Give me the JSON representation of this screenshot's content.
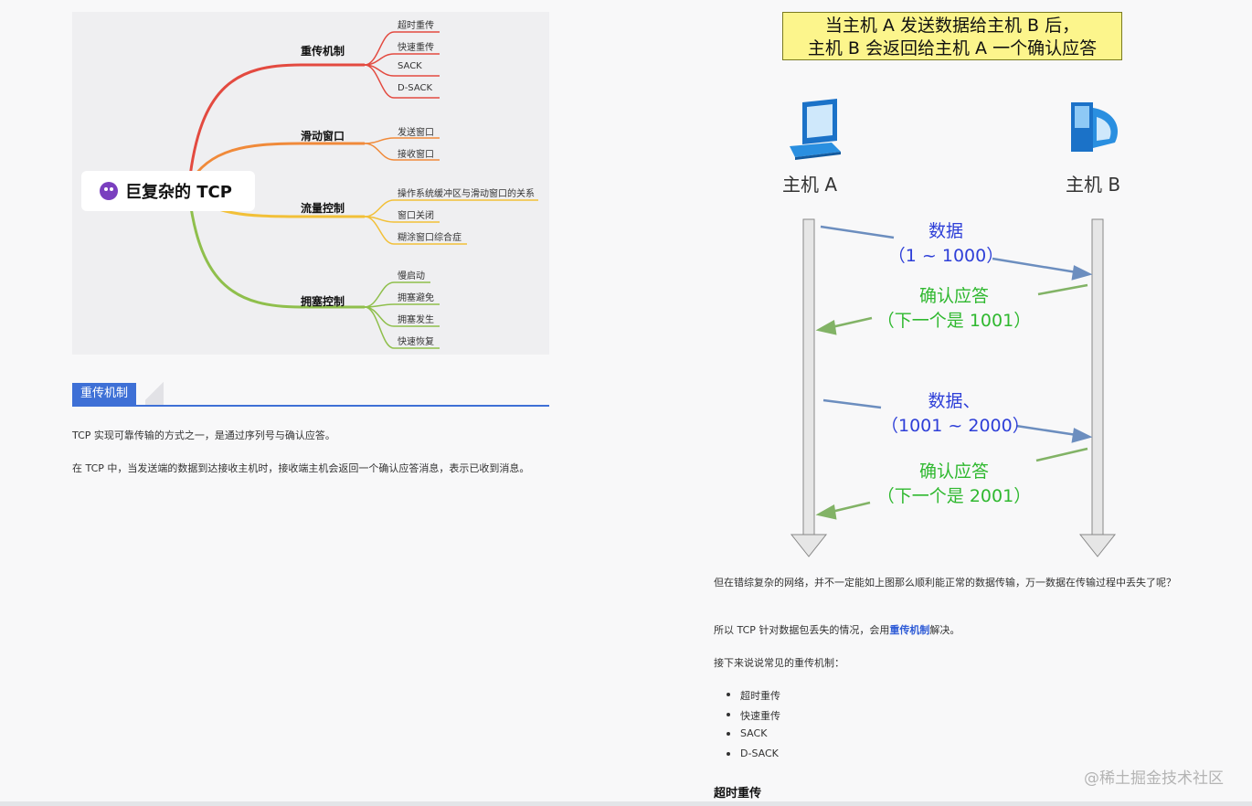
{
  "mindmap": {
    "root": "巨复杂的 TCP",
    "colors": {
      "retrans": "#e34a40",
      "window": "#f08a3a",
      "flow": "#f2c038",
      "congestion": "#8fbf4c"
    },
    "branches": [
      {
        "label": "重传机制",
        "leaves": [
          "超时重传",
          "快速重传",
          "SACK",
          "D-SACK"
        ]
      },
      {
        "label": "滑动窗口",
        "leaves": [
          "发送窗口",
          "接收窗口"
        ]
      },
      {
        "label": "流量控制",
        "leaves": [
          "操作系统缓冲区与滑动窗口的关系",
          "窗口关闭",
          "糊涂窗口综合症"
        ]
      },
      {
        "label": "拥塞控制",
        "leaves": [
          "慢启动",
          "拥塞避免",
          "拥塞发生",
          "快速恢复"
        ]
      }
    ]
  },
  "section": {
    "title": "重传机制"
  },
  "left_paragraphs": [
    "TCP 实现可靠传输的方式之一，是通过序列号与确认应答。",
    "在 TCP 中，当发送端的数据到达接收主机时，接收端主机会返回一个确认应答消息，表示已收到消息。"
  ],
  "diagram": {
    "banner_line1": "当主机 A 发送数据给主机 B 后，",
    "banner_line2": "主机 B 会返回给主机 A 一个确认应答",
    "host_a": "主机 A",
    "host_b": "主机 B",
    "msg1_line1": "数据",
    "msg1_line2": "（1 ~ 1000）",
    "ack1_line1": "确认应答",
    "ack1_line2": "（下一个是 1001）",
    "msg2_line1": "数据、",
    "msg2_line2": "（1001 ~ 2000）",
    "ack2_line1": "确认应答",
    "ack2_line2": "（下一个是 2001）"
  },
  "right_text": {
    "para1": "但在错综复杂的网络，并不一定能如上图那么顺利能正常的数据传输，万一数据在传输过程中丢失了呢？",
    "para2_prefix": "所以 TCP 针对数据包丢失的情况，会用",
    "para2_link": "重传机制",
    "para2_suffix": "解决。",
    "para3": "接下来说说常见的重传机制：",
    "bullets": [
      "超时重传",
      "快速重传",
      "SACK",
      "D-SACK"
    ],
    "subheading": "超时重传",
    "watermark": "@稀土掘金技术社区"
  }
}
